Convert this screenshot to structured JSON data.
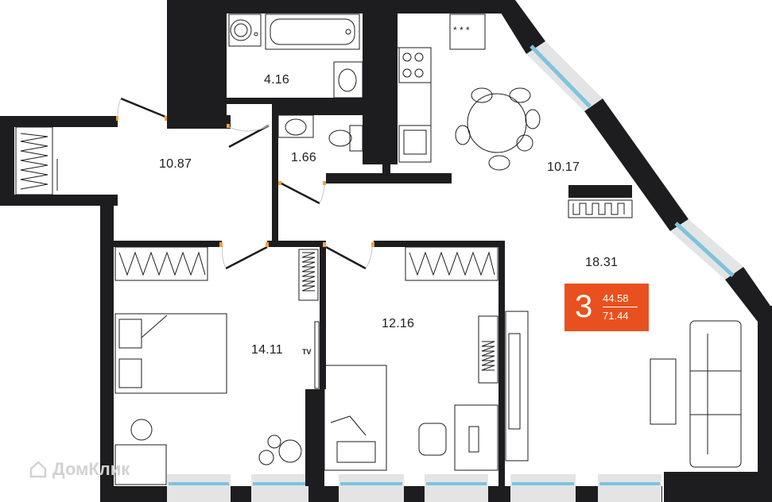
{
  "rooms": {
    "hall": "10.87",
    "bathroom": "4.16",
    "wc": "1.66",
    "kitchen": "10.17",
    "living": "18.31",
    "bedroom1": "14.11",
    "bedroom2": "12.16"
  },
  "tv_label": "TV",
  "badge": {
    "rooms": "3",
    "living_area": "44.58",
    "total_area": "71.44"
  },
  "watermark": "ДомКлик",
  "colors": {
    "wall": "#1d1d1f",
    "accent": "#e8511f",
    "window_glass": "#7cc3e0",
    "door_mark": "#f2a23a",
    "watermark": "#d2d2d2"
  }
}
